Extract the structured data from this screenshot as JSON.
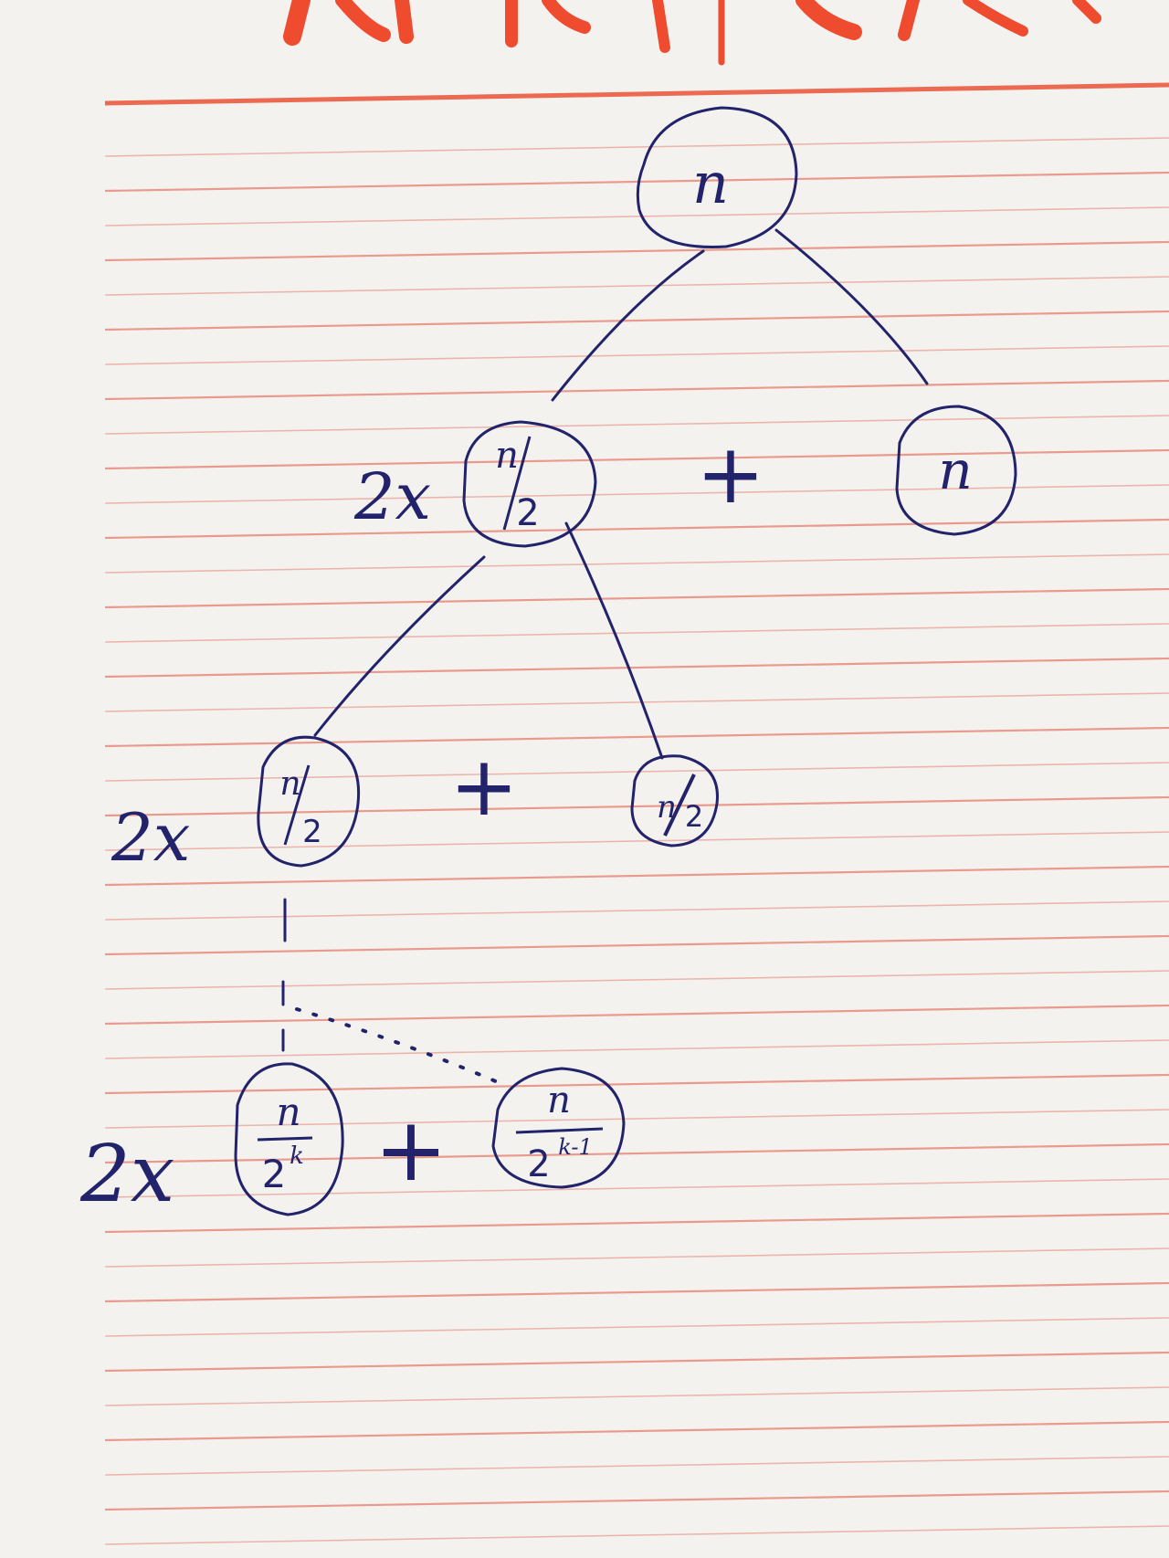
{
  "colors": {
    "paper": "#f3f2ef",
    "ruled_line": "#e88574",
    "header_ink": "#ee4b2f",
    "pen_ink": "#23236b"
  },
  "tree": {
    "root": {
      "label": "n"
    },
    "level1": {
      "multiplier": "2x",
      "left": {
        "num": "n",
        "den": "2"
      },
      "plus": "+",
      "right": {
        "label": "n"
      }
    },
    "level2": {
      "multiplier": "2x",
      "left": {
        "num": "n",
        "den": "2"
      },
      "plus": "+",
      "right": {
        "num": "n",
        "den": "2"
      }
    },
    "levelk": {
      "multiplier": "2x",
      "left": {
        "num": "n",
        "den_base": "2",
        "den_exp": "k"
      },
      "plus": "+",
      "right": {
        "num": "n",
        "den_base": "2",
        "den_exp": "k-1"
      }
    }
  }
}
